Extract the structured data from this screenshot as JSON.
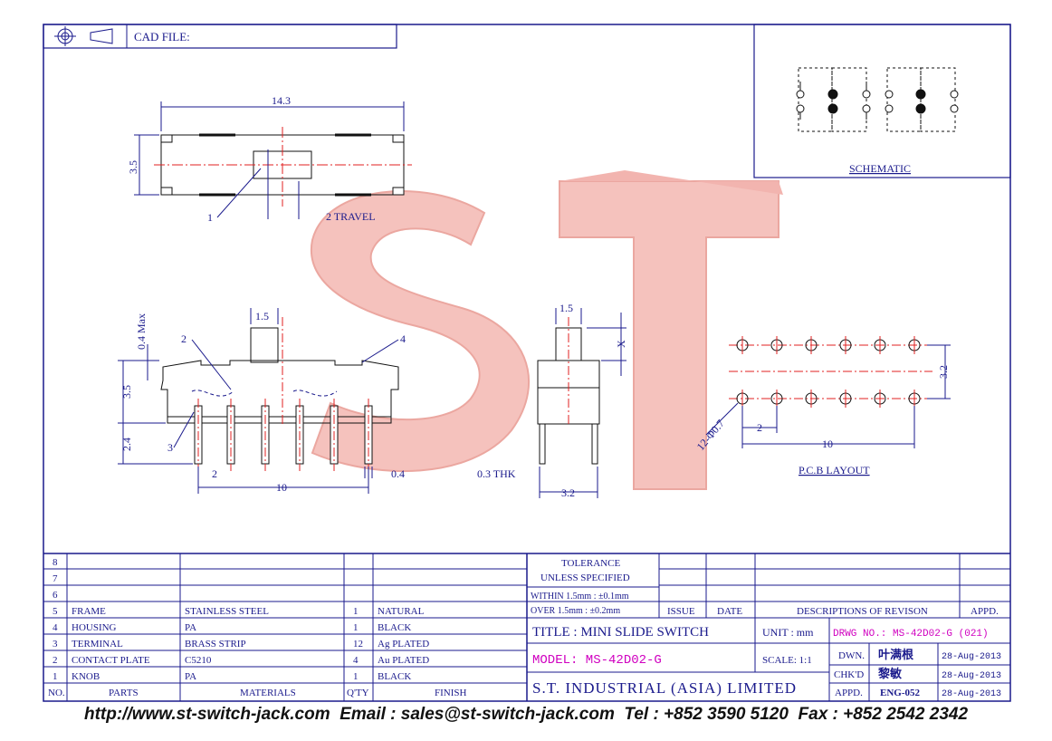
{
  "header": {
    "cad_file_label": "CAD FILE:"
  },
  "top_view": {
    "length": "14.3",
    "height": "3.5",
    "callout_1": "1",
    "travel": "2 TRAVEL"
  },
  "side_view": {
    "max_label": "0.4 Max",
    "knob_width": "1.5",
    "height": "3.5",
    "pin_length": "2.4",
    "pitch": "2",
    "span": "10",
    "pin_width": "0.4",
    "callout_2": "2",
    "callout_3": "3",
    "callout_4": "4"
  },
  "end_view": {
    "knob_width": "1.5",
    "x_label": "X",
    "thickness": "0.3 THK",
    "width": "3.2"
  },
  "pcb": {
    "title": "P.C.B LAYOUT",
    "hole_label": "12-Φ0.7",
    "pitch": "2",
    "span": "10",
    "row_gap": "3.2"
  },
  "schematic": {
    "title": "SCHEMATIC"
  },
  "watermark": {
    "text": "ST",
    "color": "#f2b0aa"
  },
  "parts_table": {
    "header": {
      "no": "NO.",
      "parts": "PARTS",
      "materials": "MATERIALS",
      "qty": "Q'TY",
      "finish": "FINISH"
    },
    "rows": [
      {
        "no": "8",
        "part": "",
        "material": "",
        "qty": "",
        "finish": ""
      },
      {
        "no": "7",
        "part": "",
        "material": "",
        "qty": "",
        "finish": ""
      },
      {
        "no": "6",
        "part": "",
        "material": "",
        "qty": "",
        "finish": ""
      },
      {
        "no": "5",
        "part": "FRAME",
        "material": "STAINLESS STEEL",
        "qty": "1",
        "finish": "NATURAL"
      },
      {
        "no": "4",
        "part": "HOUSING",
        "material": "PA",
        "qty": "1",
        "finish": "BLACK"
      },
      {
        "no": "3",
        "part": "TERMINAL",
        "material": "BRASS STRIP",
        "qty": "12",
        "finish": "Ag PLATED"
      },
      {
        "no": "2",
        "part": "CONTACT PLATE",
        "material": "C5210",
        "qty": "4",
        "finish": "Au PLATED"
      },
      {
        "no": "1",
        "part": "KNOB",
        "material": "PA",
        "qty": "1",
        "finish": "BLACK"
      }
    ]
  },
  "tolerance": {
    "line1": "TOLERANCE",
    "line2": "UNLESS  SPECIFIED",
    "within": "WITHIN  1.5mm : ±0.1mm",
    "over": "OVER    1.5mm : ±0.2mm"
  },
  "revision": {
    "issue": "ISSUE",
    "date": "DATE",
    "descriptions": "DESCRIPTIONS OF REVISON",
    "appd": "APPD."
  },
  "title_block": {
    "title": "TITLE : MINI SLIDE SWITCH",
    "model": "MODEL: MS-42D02-G",
    "company": "S.T. INDUSTRIAL (ASIA) LIMITED",
    "unit": "UNIT :  mm",
    "scale": "SCALE:  1:1",
    "drwg_no": "DRWG NO.: MS-42D02-G (021)",
    "dwn_label": "DWN.",
    "dwn_name": "叶满根",
    "dwn_date": "28-Aug-2013",
    "chkd_label": "CHK'D",
    "chkd_name": "黎敏",
    "chkd_date": "28-Aug-2013",
    "appd_label": "APPD.",
    "appd_name": "ENG-052",
    "appd_date": "28-Aug-2013"
  },
  "footer": {
    "url": "http://www.st-switch-jack.com",
    "email": "Email : sales@st-switch-jack.com",
    "tel": "Tel : +852 3590 5120",
    "fax": "Fax : +852 2542 2342"
  }
}
